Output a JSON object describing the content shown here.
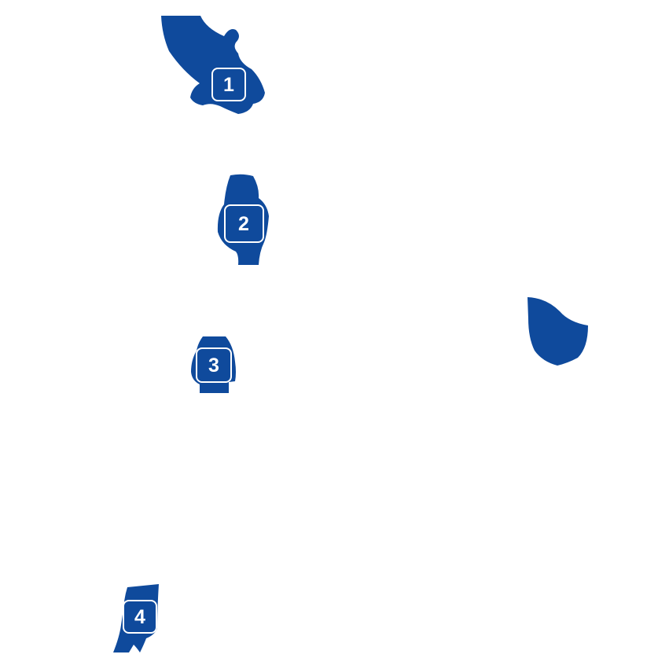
{
  "colors": {
    "region_fill": "#0f4a9c",
    "badge_stroke": "#ffffff",
    "label_text": "#ffffff"
  },
  "regions": [
    {
      "id": "region-1",
      "label": "1"
    },
    {
      "id": "region-2",
      "label": "2"
    },
    {
      "id": "region-3",
      "label": "3"
    },
    {
      "id": "region-4",
      "label": "4"
    },
    {
      "id": "region-unlabeled",
      "label": ""
    }
  ]
}
